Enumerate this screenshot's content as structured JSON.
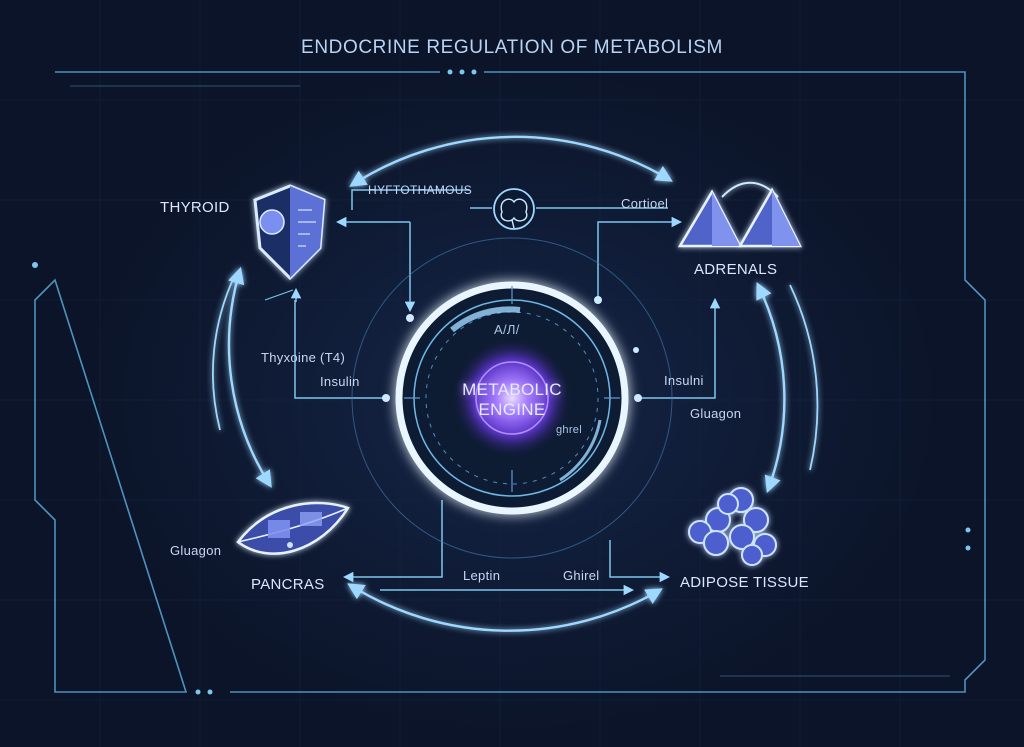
{
  "title": "ENDOCRINE REGULATION OF METABOLISM",
  "center": {
    "line1": "METABOLIC",
    "line2": "ENGINE",
    "readout": "А/Л/",
    "small_readout": "ghrel"
  },
  "organs": {
    "thyroid": "THYROID",
    "hypothalamus": "HYFTOTHAMOUS",
    "adrenals": "ADRENALS",
    "pancreas": "PANCRAS",
    "adipose": "ADIPOSE TISSUE"
  },
  "hormones": {
    "cortisol": "Cortioel",
    "thyroxine": "Thyxoine (T4)",
    "insulin_left": "Insulin",
    "insulin_right": "Insulni",
    "glucagon_right": "Gluagon",
    "glucagon_left": "Gluagon",
    "leptin": "Leptin",
    "ghrelin": "Ghirel"
  },
  "colors": {
    "background": "#0b1428",
    "line": "#7fc6ee",
    "glow": "#9fd8ff",
    "core": "#8a5cf0",
    "organ_fill": "#6d7fe0"
  },
  "icons": {
    "thyroid": "shield-circuit-icon",
    "hypothalamus": "brain-icon",
    "adrenals": "pyramids-icon",
    "pancreas": "leaf-circuit-icon",
    "adipose": "cell-cluster-icon"
  }
}
